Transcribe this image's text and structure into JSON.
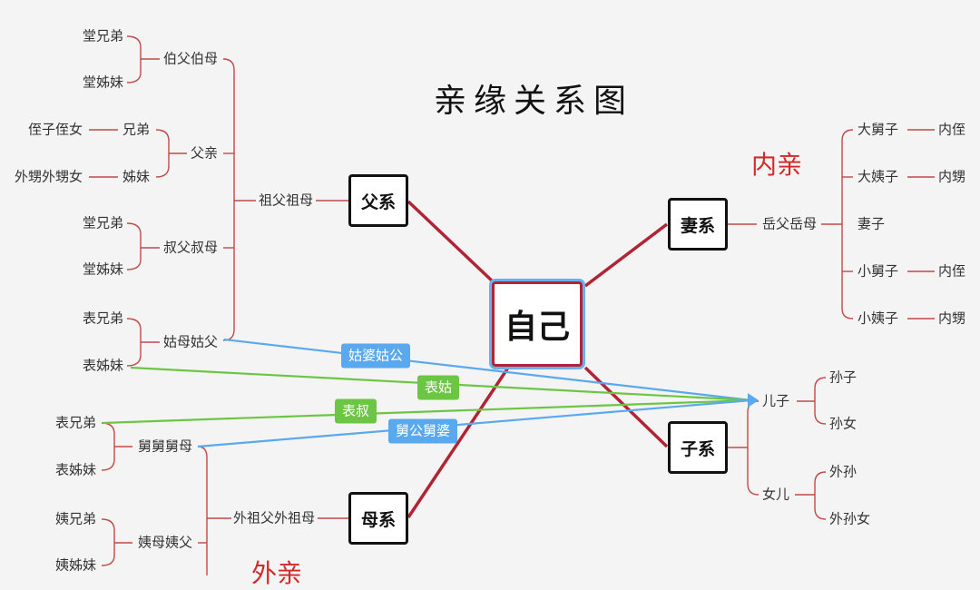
{
  "title": "亲缘关系图",
  "center": "自己",
  "groups": {
    "father": "父系",
    "mother": "母系",
    "wife": "妻系",
    "child": "子系"
  },
  "notes": {
    "inner": "内亲",
    "outer": "外亲"
  },
  "father": {
    "root": "祖父祖母",
    "bofu": "伯父伯母",
    "bofu_c1": "堂兄弟",
    "bofu_c2": "堂姊妹",
    "fuqin": "父亲",
    "xiongdi": "兄弟",
    "zhizi": "侄子侄女",
    "jiemei": "姊妹",
    "waisheng": "外甥外甥女",
    "shufu": "叔父叔母",
    "shufu_c1": "堂兄弟",
    "shufu_c2": "堂姊妹",
    "gumu": "姑母姑父",
    "gumu_c1": "表兄弟",
    "gumu_c2": "表姊妹"
  },
  "mother": {
    "root": "外祖父外祖母",
    "jiujiu": "舅舅舅母",
    "jiujiu_c1": "表兄弟",
    "jiujiu_c2": "表姊妹",
    "yimu": "姨母姨父",
    "yimu_c1": "姨兄弟",
    "yimu_c2": "姨姊妹"
  },
  "wife": {
    "root": "岳父岳母",
    "items": [
      {
        "name": "大舅子",
        "child": "内侄"
      },
      {
        "name": "大姨子",
        "child": "内甥"
      },
      {
        "name": "妻子",
        "child": ""
      },
      {
        "name": "小舅子",
        "child": "内侄"
      },
      {
        "name": "小姨子",
        "child": "内甥"
      }
    ]
  },
  "child": {
    "son": "儿子",
    "son_c1": "孙子",
    "son_c2": "孙女",
    "daughter": "女儿",
    "daughter_c1": "外孙",
    "daughter_c2": "外孙女"
  },
  "tags": {
    "gupo": "姑婆姑公",
    "biaogu": "表姑",
    "biaoshu": "表叔",
    "jiugong": "舅公舅婆"
  },
  "colors": {
    "thick": "#b02535",
    "thin": "#c04a4a",
    "blue": "#5aa8ee",
    "green": "#6cc644"
  }
}
